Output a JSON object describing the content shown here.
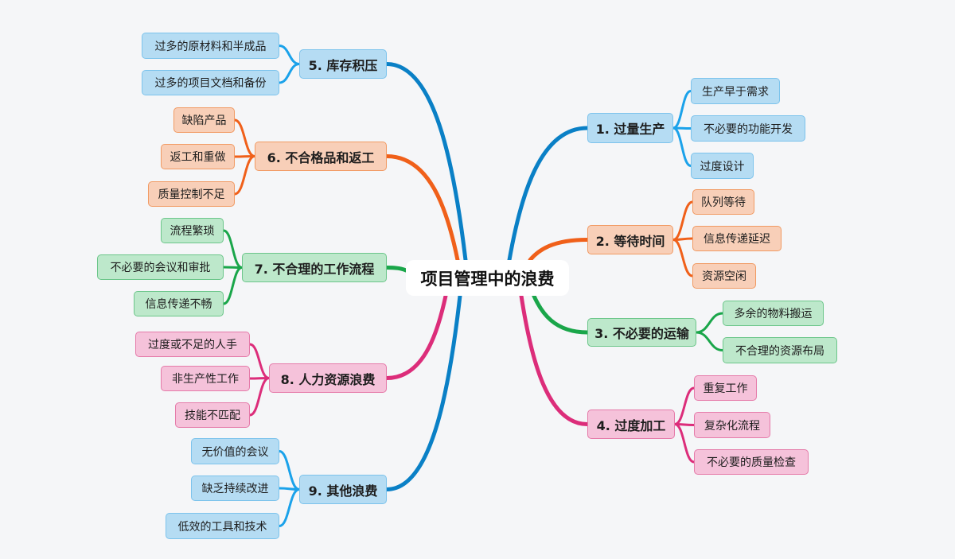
{
  "title": "项目管理中的浪费",
  "colors": {
    "blue": "#0a80c6",
    "blue_child": "#1ba2ea",
    "orange": "#f0601a",
    "green": "#1aa64a",
    "pink": "#dc2d7a"
  },
  "branches": [
    {
      "label": "1. 过量生产",
      "color": "blue",
      "children": [
        "生产早于需求",
        "不必要的功能开发",
        "过度设计"
      ]
    },
    {
      "label": "2. 等待时间",
      "color": "orange",
      "children": [
        "队列等待",
        "信息传递延迟",
        "资源空闲"
      ]
    },
    {
      "label": "3. 不必要的运输",
      "color": "green",
      "children": [
        "多余的物料搬运",
        "不合理的资源布局"
      ]
    },
    {
      "label": "4. 过度加工",
      "color": "pink",
      "children": [
        "重复工作",
        "复杂化流程",
        "不必要的质量检查"
      ]
    },
    {
      "label": "5. 库存积压",
      "color": "blue",
      "children": [
        "过多的原材料和半成品",
        "过多的项目文档和备份"
      ]
    },
    {
      "label": "6. 不合格品和返工",
      "color": "orange",
      "children": [
        "缺陷产品",
        "返工和重做",
        "质量控制不足"
      ]
    },
    {
      "label": "7. 不合理的工作流程",
      "color": "green",
      "children": [
        "流程繁琐",
        "不必要的会议和审批",
        "信息传递不畅"
      ]
    },
    {
      "label": "8. 人力资源浪费",
      "color": "pink",
      "children": [
        "过度或不足的人手",
        "非生产性工作",
        "技能不匹配"
      ]
    },
    {
      "label": "9. 其他浪费",
      "color": "blue",
      "children": [
        "无价值的会议",
        "缺乏持续改进",
        "低效的工具和技术"
      ]
    }
  ]
}
